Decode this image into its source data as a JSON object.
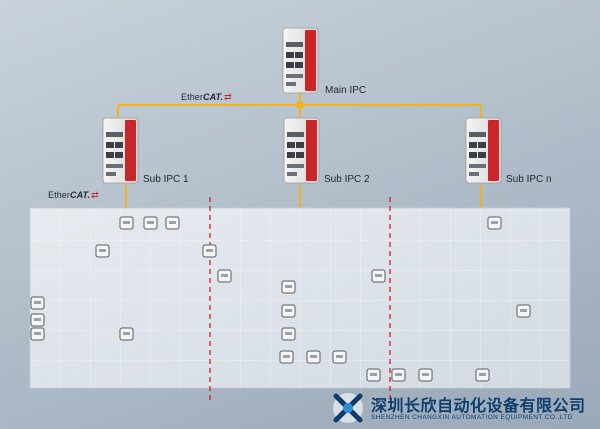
{
  "diagram": {
    "main_ipc_label": "Main IPC",
    "sub_ipc_labels": [
      "Sub IPC 1",
      "Sub IPC 2",
      "Sub IPC n"
    ],
    "ethercat_labels": [
      {
        "prefix": "Ether",
        "suffix": "CAT."
      },
      {
        "prefix": "Ether",
        "suffix": "CAT."
      }
    ]
  },
  "logo": {
    "name_cn": "深圳长欣自动化设备有限公司",
    "name_en": "SHENZHEN CHANGXIN AUTOMATION EQUIPMENT CO.,LTD"
  },
  "colors": {
    "bus": "#f2b320",
    "divider": "#cc1f1f",
    "panel": "#e3e8ee",
    "logo_blue": "#0e3d6b"
  }
}
